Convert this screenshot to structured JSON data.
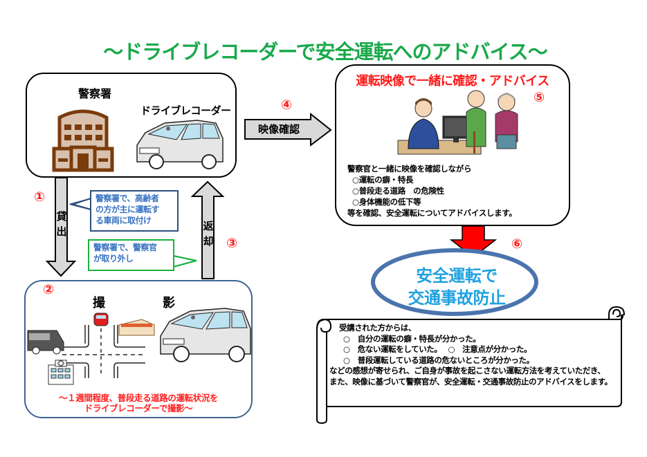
{
  "title": "～ドライブレコーダーで安全運転へのアドバイス～",
  "police_box": {
    "police_label": "警察署",
    "recorder_label": "ドライブレコーダー"
  },
  "step_numbers": {
    "n1": "①",
    "n2": "②",
    "n3": "③",
    "n4": "④",
    "n5": "⑤",
    "n6": "⑥"
  },
  "lend_arrow": {
    "chars": [
      "貸",
      "出"
    ]
  },
  "return_arrow": {
    "chars": [
      "返",
      "却"
    ]
  },
  "callouts": {
    "install": [
      "警察署で、高齢者",
      "の方が主に運転す",
      "る車両に取付け"
    ],
    "remove": [
      "警察署で、警察官",
      "が取り外し"
    ]
  },
  "shoot_box": {
    "label_1": "撮",
    "label_2": "影",
    "caption": [
      "～１週間程度、普段走る道路の運転状況を",
      "ドライブレコーダーで撮影～"
    ]
  },
  "confirm_arrow": {
    "label": "映像確認"
  },
  "advice_box": {
    "title": "運転映像で一緒に確認・アドバイス",
    "intro": "警察官と一緒に映像を確認しながら",
    "items": [
      "○運転の癖・特長",
      "○普段走る道路　の危険性",
      "○身体機能の低下等"
    ],
    "outro": "等を確認、安全運転についてアドバイスします。"
  },
  "goal": {
    "line_1": "安全運転で",
    "line_2": "交通事故防止"
  },
  "feedback_scroll": {
    "intro": "受講された方からは、",
    "items": [
      "○　自分の運転の癖・特長が分かった。",
      "○　危ない運転をしていた。　 ○　注意点が分かった。",
      "○　普段運転している道路の危ないところが分かった。"
    ],
    "outro_1": "などの感想が寄せられ、ご自身が事故を起こさない運転方法を考えていただき、",
    "outro_2": "また、映像に基づいて警察官が、安全運転・交通事故防止のアドバイスをします。"
  },
  "colors": {
    "title_green": "#1aa94b",
    "step_red": "#ff1a1a",
    "callout_text_blue": "#3773c2",
    "goal_text_blue": "#1fa1e0",
    "ellipse_stroke": "#4a74ad",
    "arrow_gray": "#d9d9d9",
    "arrow_red": "#ff0000",
    "building_brown": "#7a3c0d"
  }
}
